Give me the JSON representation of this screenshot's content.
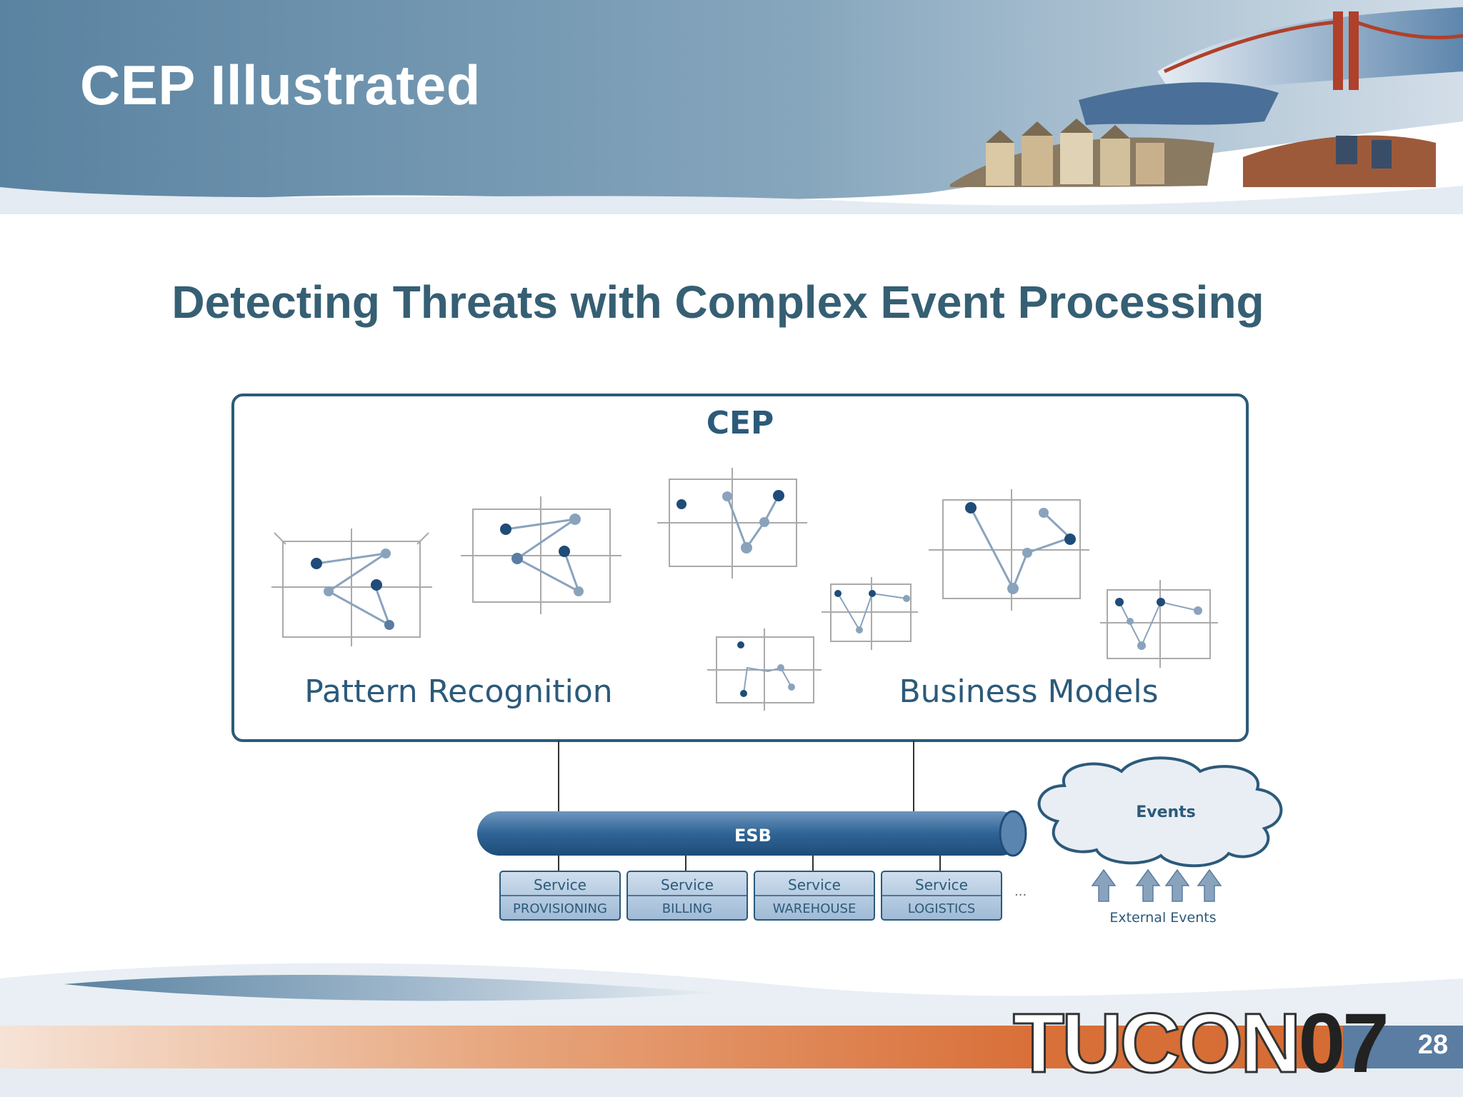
{
  "slide": {
    "title": "CEP Illustrated",
    "subtitle": "Detecting Threats with Complex Event Processing",
    "page_number": "28"
  },
  "logo": {
    "word": "TUCON",
    "year": "07"
  },
  "diagram": {
    "cep_title": "CEP",
    "pattern_label": "Pattern Recognition",
    "business_label": "Business Models",
    "esb_label": "ESB",
    "services": [
      {
        "type": "Service",
        "name": "PROVISIONING"
      },
      {
        "type": "Service",
        "name": "BILLING"
      },
      {
        "type": "Service",
        "name": "WAREHOUSE"
      },
      {
        "type": "Service",
        "name": "LOGISTICS"
      }
    ],
    "ellipsis": "...",
    "cloud_label": "Events",
    "external_label": "External Events"
  },
  "colors": {
    "header_blue": "#5b84a0",
    "accent_dark": "#2c5a7a",
    "node_light": "#8aa3bd",
    "footer_orange": "#d9703a"
  }
}
